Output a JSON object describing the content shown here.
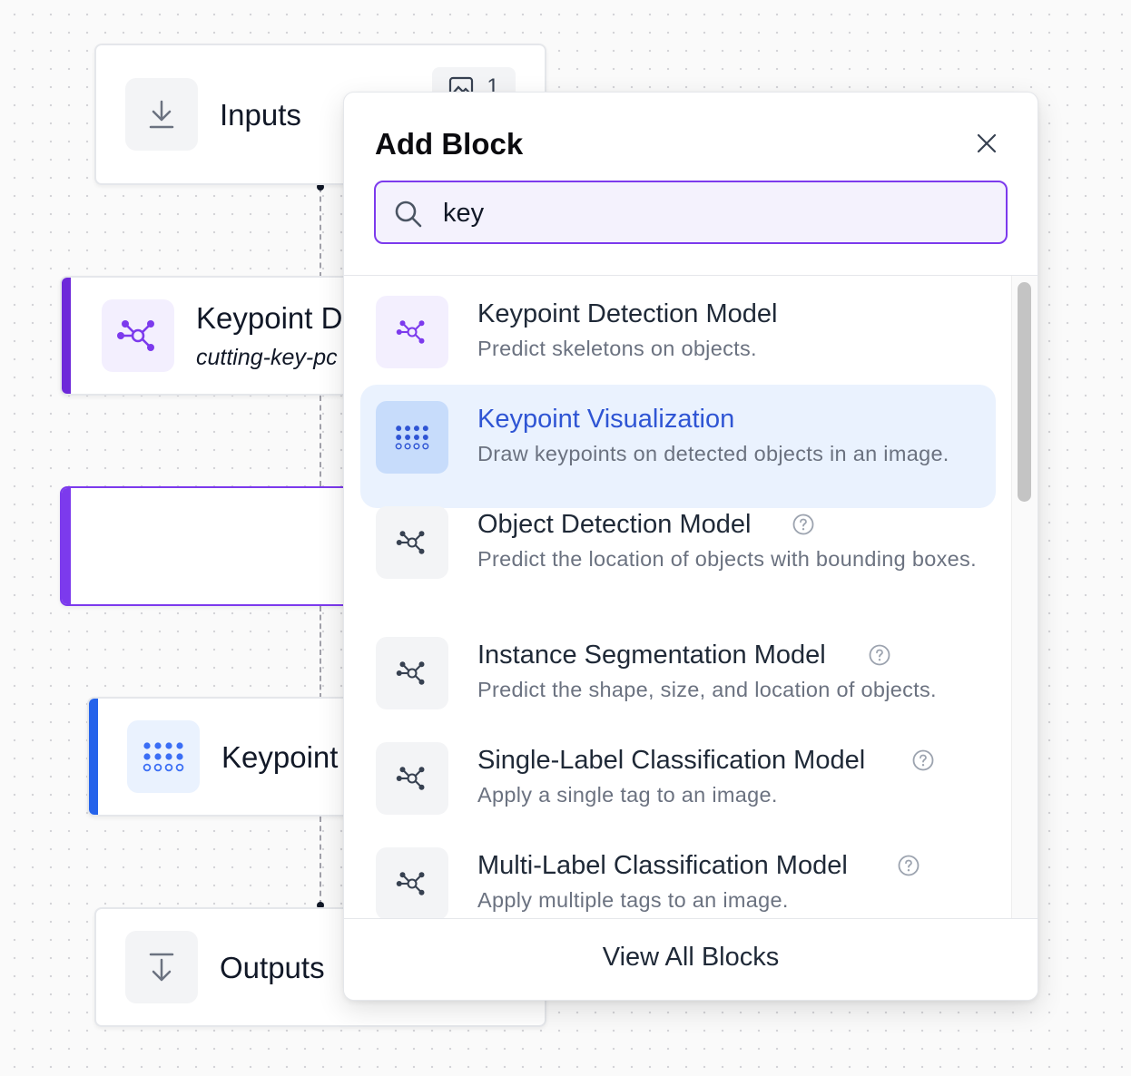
{
  "canvas": {
    "inputs_node": {
      "title": "Inputs",
      "badge_count": "1",
      "icon": "download-icon"
    },
    "keypoint_detection_node": {
      "title": "Keypoint D",
      "subtitle": "cutting-key-pc",
      "icon": "network-icon",
      "accent_color": "#6d28d9"
    },
    "empty_node": {
      "accent_color": "#7c3aed"
    },
    "keypoint_visualization_node": {
      "title": "Keypoint",
      "icon": "dots-grid-icon",
      "accent_color": "#2563eb"
    },
    "outputs_node": {
      "title": "Outputs",
      "icon": "arrow-down-icon"
    }
  },
  "add_block_panel": {
    "title": "Add Block",
    "search": {
      "value": "key",
      "placeholder": ""
    },
    "items": [
      {
        "title": "Keypoint Detection Model",
        "description": "Predict skeletons on objects.",
        "icon": "network-icon",
        "has_help": false,
        "selected": false
      },
      {
        "title": "Keypoint Visualization",
        "description": "Draw keypoints on detected objects in an image.",
        "icon": "dots-grid-icon",
        "has_help": false,
        "selected": true
      },
      {
        "title": "Object Detection Model",
        "description": "Predict the location of objects with bounding boxes.",
        "icon": "network-icon",
        "has_help": true,
        "selected": false
      },
      {
        "title": "Instance Segmentation Model",
        "description": "Predict the shape, size, and location of objects.",
        "icon": "network-icon",
        "has_help": true,
        "selected": false
      },
      {
        "title": "Single-Label Classification Model",
        "description": "Apply a single tag to an image.",
        "icon": "network-icon",
        "has_help": true,
        "selected": false
      },
      {
        "title": "Multi-Label Classification Model",
        "description": "Apply multiple tags to an image.",
        "icon": "network-icon",
        "has_help": true,
        "selected": false
      }
    ],
    "footer_button": "View All Blocks"
  },
  "colors": {
    "purple_accent": "#7c3aed",
    "blue_accent": "#2563eb",
    "selected_bg": "#eaf2fe",
    "selected_text": "#2f55d4"
  }
}
